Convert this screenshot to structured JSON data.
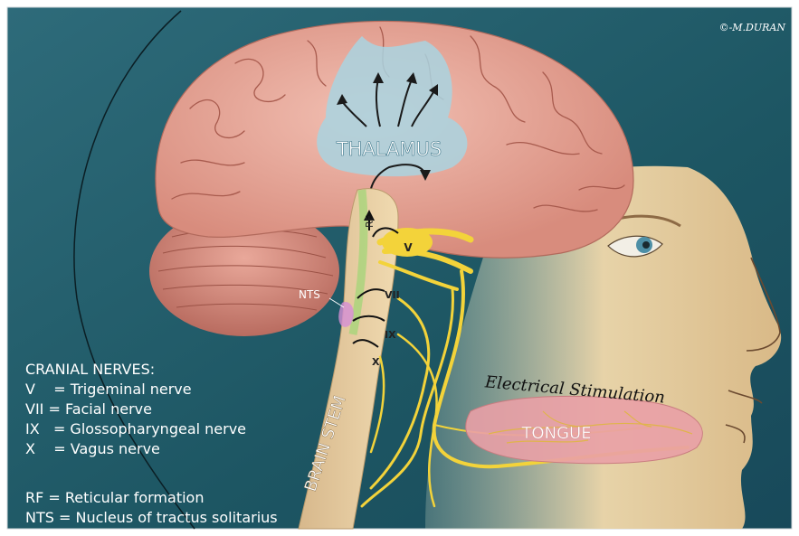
{
  "copyright": "©-M.DURAN",
  "labels": {
    "thalamus": "THALAMUS",
    "rf": "RF",
    "v": "V",
    "vii": "VII",
    "ix": "IX",
    "x": "X",
    "nts": "NTS",
    "brain_stem": "BRAIN STEM",
    "tongue": "TONGUE",
    "stimulation": "Electrical Stimulation"
  },
  "legend": {
    "heading": "CRANIAL NERVES:",
    "items": [
      "V    = Trigeminal nerve",
      "VII = Facial nerve",
      "IX   = Glossopharyngeal nerve",
      "X    = Vagus nerve"
    ],
    "abbreviations": [
      "RF = Reticular formation",
      "NTS = Nucleus of tractus solitarius"
    ]
  },
  "colors": {
    "background": "#1d5663",
    "brain": "#e8a89a",
    "thalamus": "#a9d3e0",
    "nerve": "#f3d33a",
    "tongue": "#e9a0a6",
    "skin": "#e7d3a8"
  }
}
